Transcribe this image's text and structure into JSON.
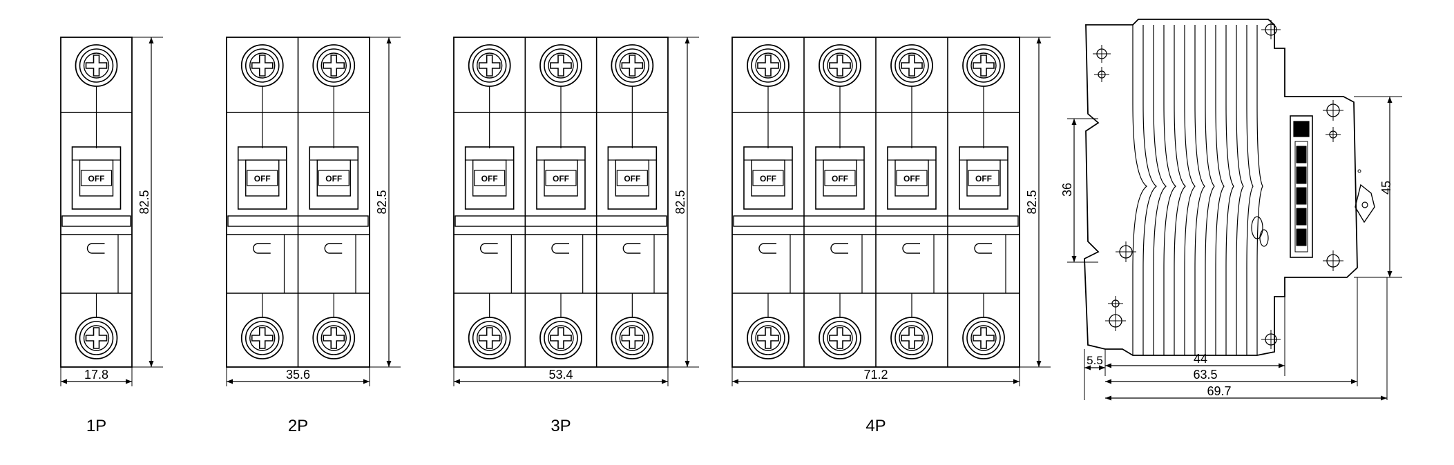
{
  "breakers": [
    {
      "pole_label": "1P",
      "width_label": "17.8",
      "height_label": "82.5",
      "poles": 1
    },
    {
      "pole_label": "2P",
      "width_label": "35.6",
      "height_label": "82.5",
      "poles": 2
    },
    {
      "pole_label": "3P",
      "width_label": "53.4",
      "height_label": "82.5",
      "poles": 3
    },
    {
      "pole_label": "4P",
      "width_label": "71.2",
      "height_label": "82.5",
      "poles": 4
    }
  ],
  "handle_text": "OFF",
  "side_view": {
    "dim_36": "36",
    "dim_45": "45",
    "dim_5_5": "5.5",
    "dim_44": "44",
    "dim_63_5": "63.5",
    "dim_69_7": "69.7"
  },
  "colors": {
    "line": "#000000",
    "background": "#ffffff"
  }
}
